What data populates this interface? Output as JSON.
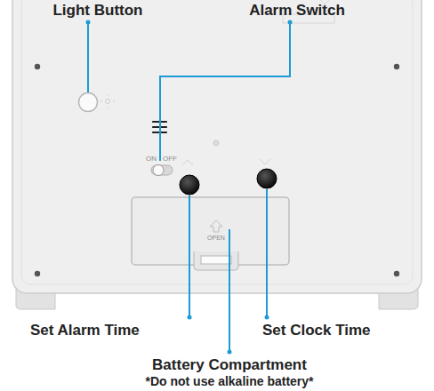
{
  "diagram": {
    "labels": [
      "Light Button",
      "Alarm Switch",
      "ON",
      "OFF",
      "OPEN",
      "Set Alarm Time",
      "Set Clock Time",
      "Battery Compartment",
      "*Do not use alkaline battery*"
    ]
  }
}
